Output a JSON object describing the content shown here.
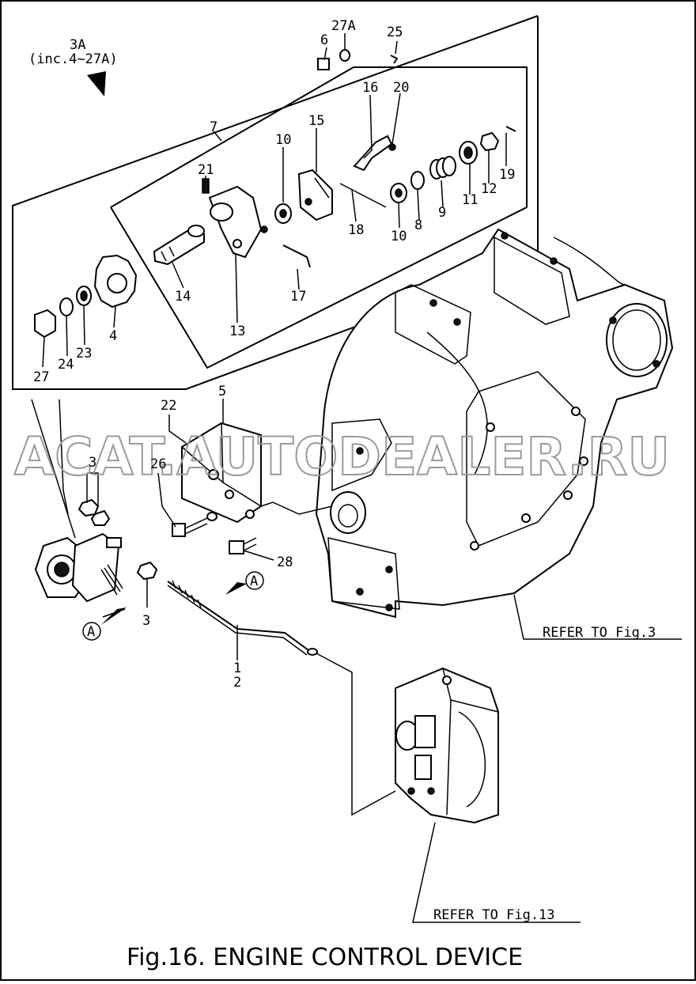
{
  "caption": "Fig.16.  ENGINE CONTROL DEVICE",
  "watermark": "ACAT.AUTODEALER.RU",
  "group_label": "3A",
  "group_note": "(inc.4~27A)",
  "refs": {
    "fig3": "REFER TO Fig.3",
    "fig13": "REFER TO Fig.13"
  },
  "callouts": {
    "a1": "A",
    "a2": "A"
  },
  "labels": {
    "p1": "1",
    "p2": "2",
    "p3a": "3",
    "p3b": "3",
    "p4": "4",
    "p5": "5",
    "p6": "6",
    "p7": "7",
    "p8": "8",
    "p9": "9",
    "p10a": "10",
    "p10b": "10",
    "p11": "11",
    "p12": "12",
    "p13": "13",
    "p14": "14",
    "p15": "15",
    "p16": "16",
    "p17": "17",
    "p18": "18",
    "p19": "19",
    "p20": "20",
    "p21": "21",
    "p22": "22",
    "p23": "23",
    "p24": "24",
    "p25": "25",
    "p26": "26",
    "p27": "27",
    "p27a": "27A",
    "p28": "28"
  }
}
